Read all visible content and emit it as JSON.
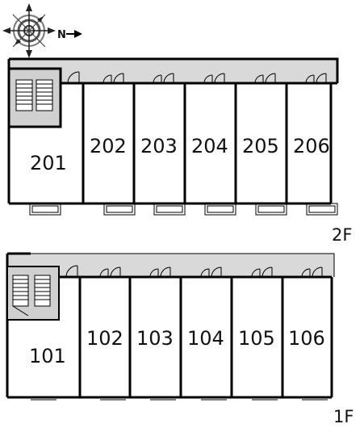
{
  "compass": {
    "letter": "N",
    "icon": "compass-rose-icon"
  },
  "floors": [
    {
      "label": "2F",
      "units": [
        "201",
        "202",
        "203",
        "204",
        "205",
        "206"
      ]
    },
    {
      "label": "1F",
      "units": [
        "101",
        "102",
        "103",
        "104",
        "105",
        "106"
      ]
    }
  ],
  "colors": {
    "corridor": "#d9d9d9",
    "wall": "#000000"
  }
}
